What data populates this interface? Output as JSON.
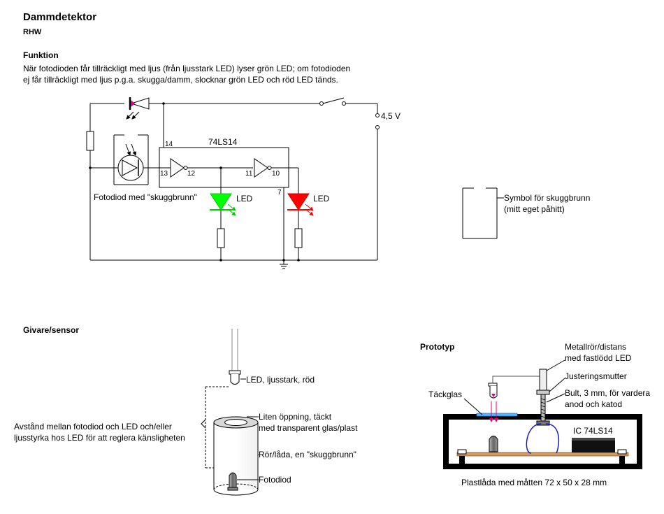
{
  "header": {
    "title": "Dammdetektor",
    "author": "RHW"
  },
  "function": {
    "heading": "Funktion",
    "line1": "När fotodioden får tillräckligt med ljus (från ljusstark LED) lyser grön LED; om fotodioden",
    "line2": "ej får tillräckligt med ljus p.g.a. skugga/damm, slocknar grön LED och röd LED tänds."
  },
  "schematic": {
    "ic_name": "74LS14",
    "pins": {
      "p14": "14",
      "p13": "13",
      "p12": "12",
      "p11": "11",
      "p10": "10",
      "p7": "7"
    },
    "supply": "4,5 V",
    "led_green_label": "LED",
    "led_red_label": "LED",
    "photodiode_label": "Fotodiod med \"skuggbrunn\""
  },
  "symbol": {
    "line1": "Symbol för skuggbrunn",
    "line2": "(mitt eget påhitt)"
  },
  "sensor": {
    "heading": "Givare/sensor",
    "led": "LED, ljusstark, röd",
    "opening1": "Liten öppning, täckt",
    "opening2": "med transparent glas/plast",
    "distance1": "Avstånd mellan fotodiod och LED och/eller",
    "distance2": "ljusstyrka hos LED för att reglera känsligheten",
    "tube": "Rör/låda, en \"skuggbrunn\"",
    "photodiode": "Fotodiod"
  },
  "prototype": {
    "heading": "Prototyp",
    "metal1": "Metallrör/distans",
    "metal2": "med fastlödd LED",
    "nut": "Justeringsmutter",
    "bolt1": "Bult, 3 mm, för vardera",
    "bolt2": "anod och katod",
    "cover": "Täckglas",
    "ic": "IC 74LS14",
    "box": "Plastlåda med måtten 72 x 50 x 28 mm"
  },
  "colors": {
    "green": "#00ff00",
    "red": "#ff0000",
    "magenta": "#e0007a",
    "blue": "#1a1acc",
    "cover": "#4fb8ff"
  }
}
